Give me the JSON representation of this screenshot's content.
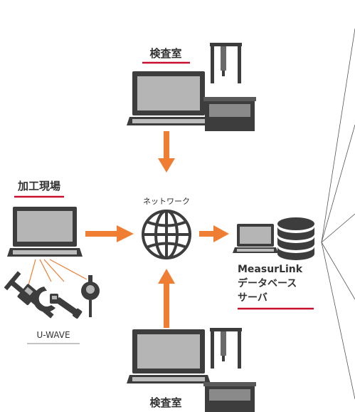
{
  "labels": {
    "inspection_top": "検査室",
    "inspection_bottom": "検査室",
    "factory_floor": "加工現場",
    "network": "ネットワーク",
    "server_line1": "MeasurLink",
    "server_line2": "データベース",
    "server_line3": "サーバ",
    "uwave": "U-WAVE"
  },
  "colors": {
    "arrow": "#f07e32",
    "underline": "#c8102e",
    "device_dark": "#3d3d3d",
    "device_mid": "#8a8a8a",
    "screen": "#b5b5b5",
    "text": "#333333"
  },
  "icons": {
    "laptop": "laptop-icon",
    "cmm": "coordinate-measuring-machine-icon",
    "globe": "globe-icon",
    "database": "database-icon",
    "caliper": "caliper-icon",
    "micrometer": "micrometer-icon",
    "dial_gauge": "dial-gauge-icon"
  }
}
